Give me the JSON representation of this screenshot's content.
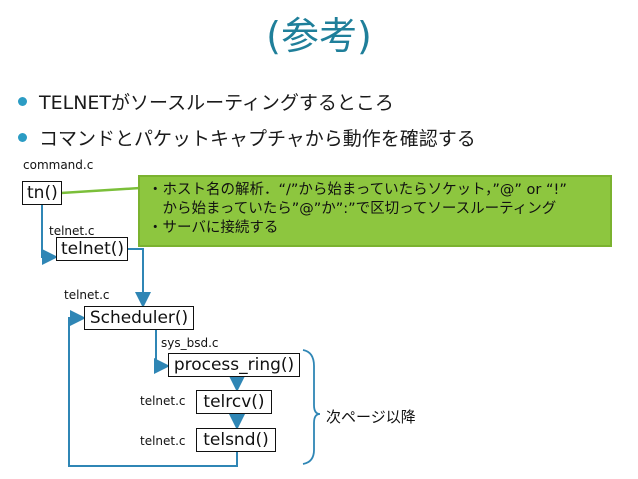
{
  "slide": {
    "title": "(参考)",
    "bullets": [
      "TELNETがソースルーティングするところ",
      "コマンドとパケットキャプチャから動作を確認する"
    ]
  },
  "diagram": {
    "nodes": [
      {
        "id": "tn",
        "label": "tn()",
        "file": "command.c"
      },
      {
        "id": "telnet",
        "label": "telnet()",
        "file": "telnet.c"
      },
      {
        "id": "scheduler",
        "label": "Scheduler()",
        "file": "telnet.c"
      },
      {
        "id": "process_ring",
        "label": "process_ring()",
        "file": "sys_bsd.c"
      },
      {
        "id": "telrcv",
        "label": "telrcv()",
        "file": "telnet.c"
      },
      {
        "id": "telsnd",
        "label": "telsnd()",
        "file": "telnet.c"
      }
    ],
    "note": {
      "lines": [
        "・ホスト名の解析．“/”から始まっていたらソケット，”@” or “!”",
        "　から始まっていたら”@”か”:”で区切ってソースルーティング",
        "・サーバに接続する"
      ],
      "color": "#8dc63f"
    },
    "next_page_label": "次ページ以降",
    "colors": {
      "wire_blue": "#2f86b5",
      "wire_green": "#7bbf3a",
      "title": "#1f7f9a",
      "bullet": "#2b9cc4"
    }
  }
}
